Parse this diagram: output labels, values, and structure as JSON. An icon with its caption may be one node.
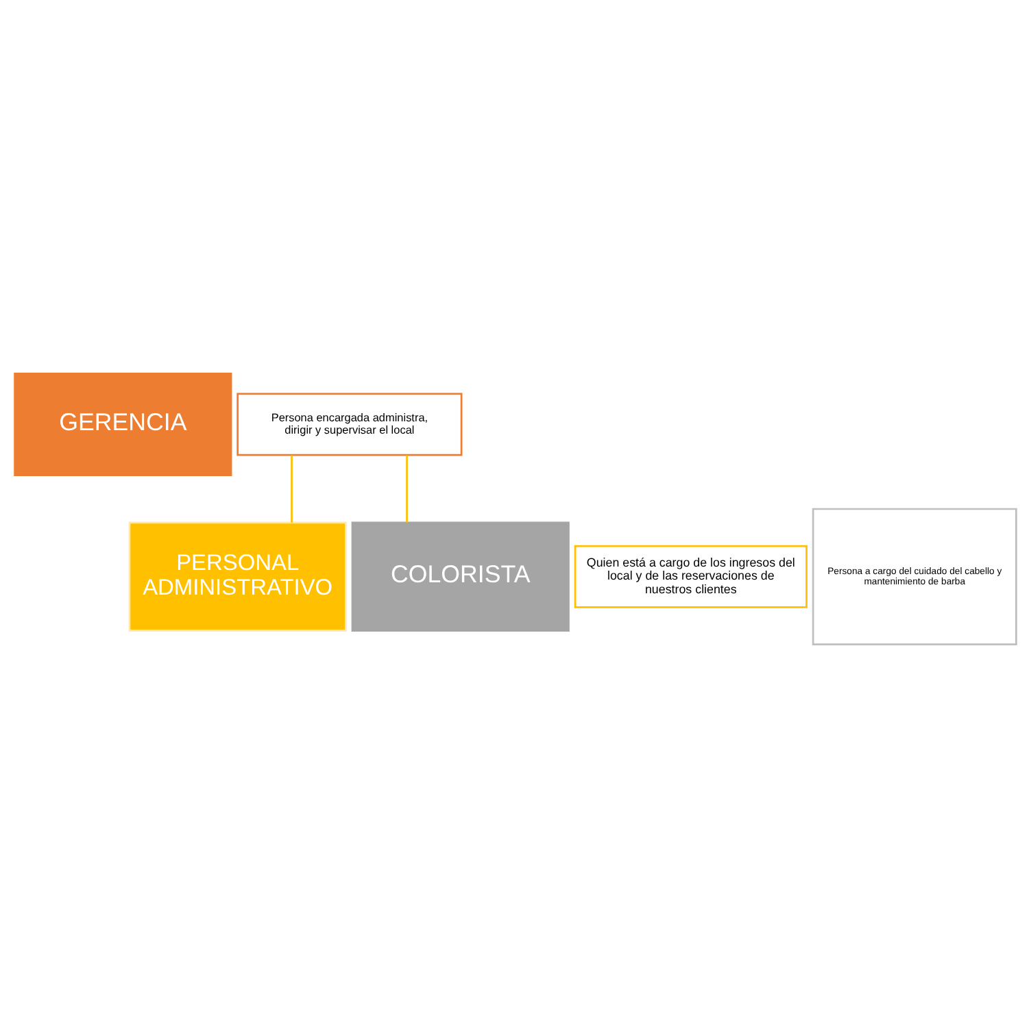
{
  "diagram": {
    "nodes": [
      {
        "text": [
          "GERENCIA"
        ]
      },
      {
        "text": [
          "Persona encargada administra, dirigir y supervisar el local"
        ]
      },
      {
        "text": [
          "PERSONAL ADMINISTRATIVO"
        ]
      },
      {
        "text": [
          "Quien está a cargo de los ingresos del local y de las reservaciones de nuestros clientes"
        ]
      },
      {
        "text": [
          "COLORISTA"
        ]
      },
      {
        "text": [
          "Persona a cargo del cuidado del cabello y mantenimiento de barba"
        ]
      }
    ],
    "edges": [
      {
        "from": 1,
        "to": 2,
        "arrow": "none"
      },
      {
        "from": 1,
        "to": 4,
        "arrow": "none"
      }
    ]
  }
}
